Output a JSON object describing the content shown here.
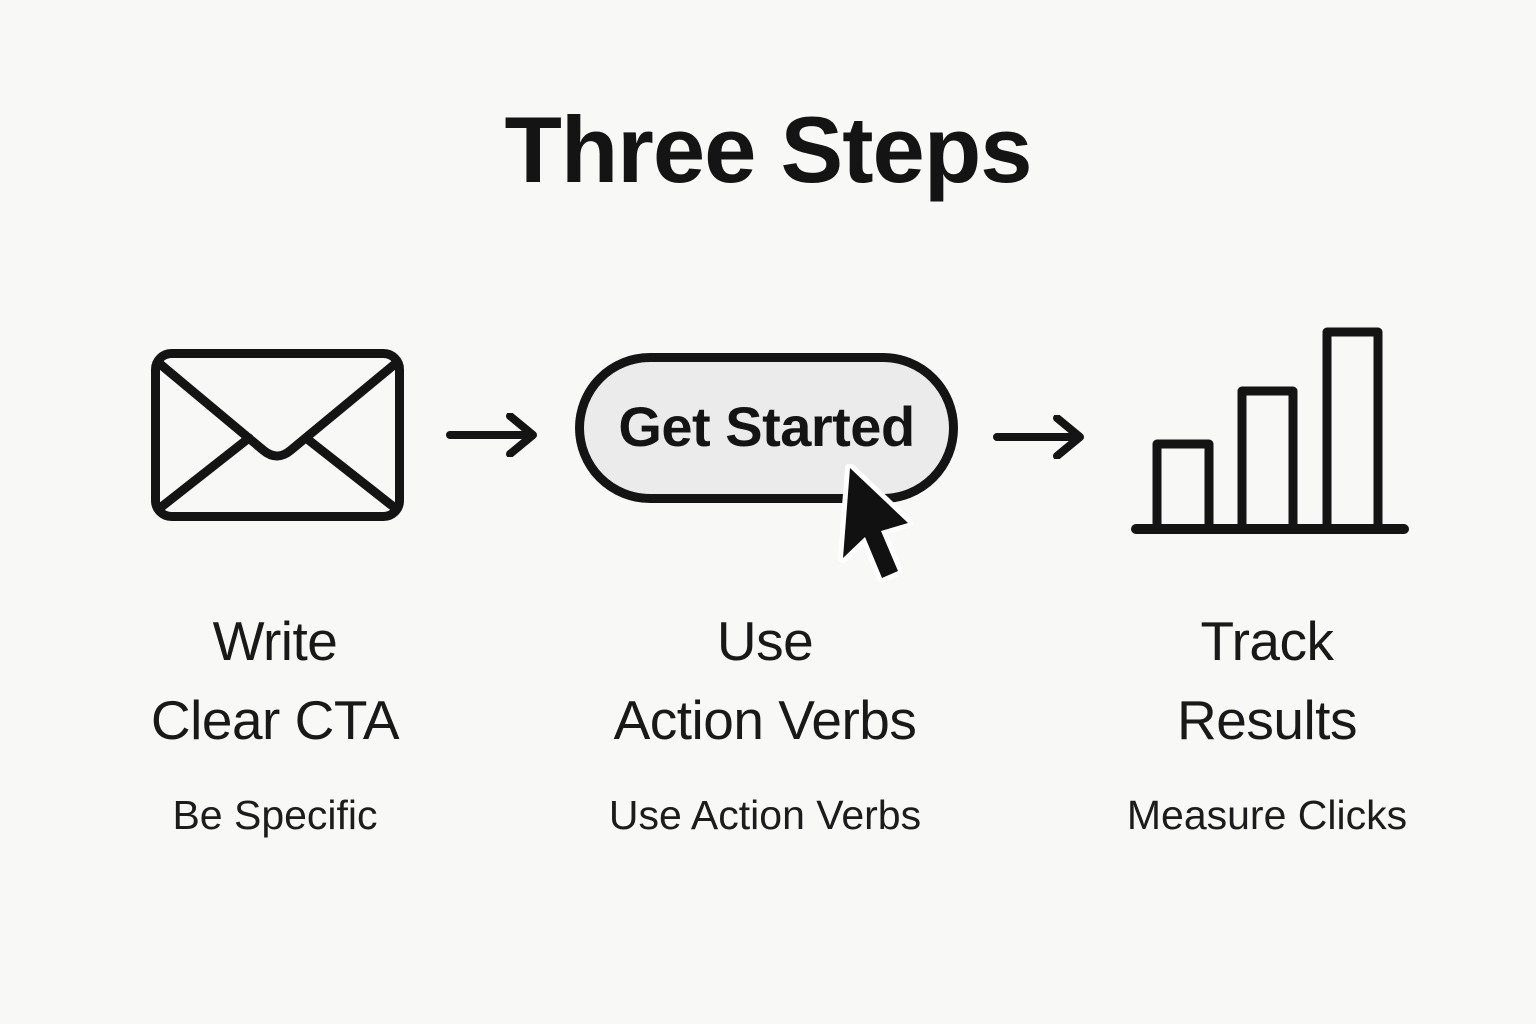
{
  "title": "Three Steps",
  "colors": {
    "background": "#f8f8f7",
    "ink": "#141414",
    "button_fill": "#ebebeb"
  },
  "button": {
    "label": "Get Started"
  },
  "steps": [
    {
      "icon": "envelope-icon",
      "title_line1": "Write",
      "title_line2": "Clear CTA",
      "caption": "Be Specific"
    },
    {
      "icon": "cta-button-with-cursor-icon",
      "title_line1": "Use",
      "title_line2": "Action Verbs",
      "caption": "Use Action Verbs"
    },
    {
      "icon": "ascending-bar-chart-icon",
      "title_line1": "Track",
      "title_line2": "Results",
      "caption": "Measure Clicks"
    }
  ],
  "connectors": [
    "right-arrow",
    "right-arrow"
  ]
}
